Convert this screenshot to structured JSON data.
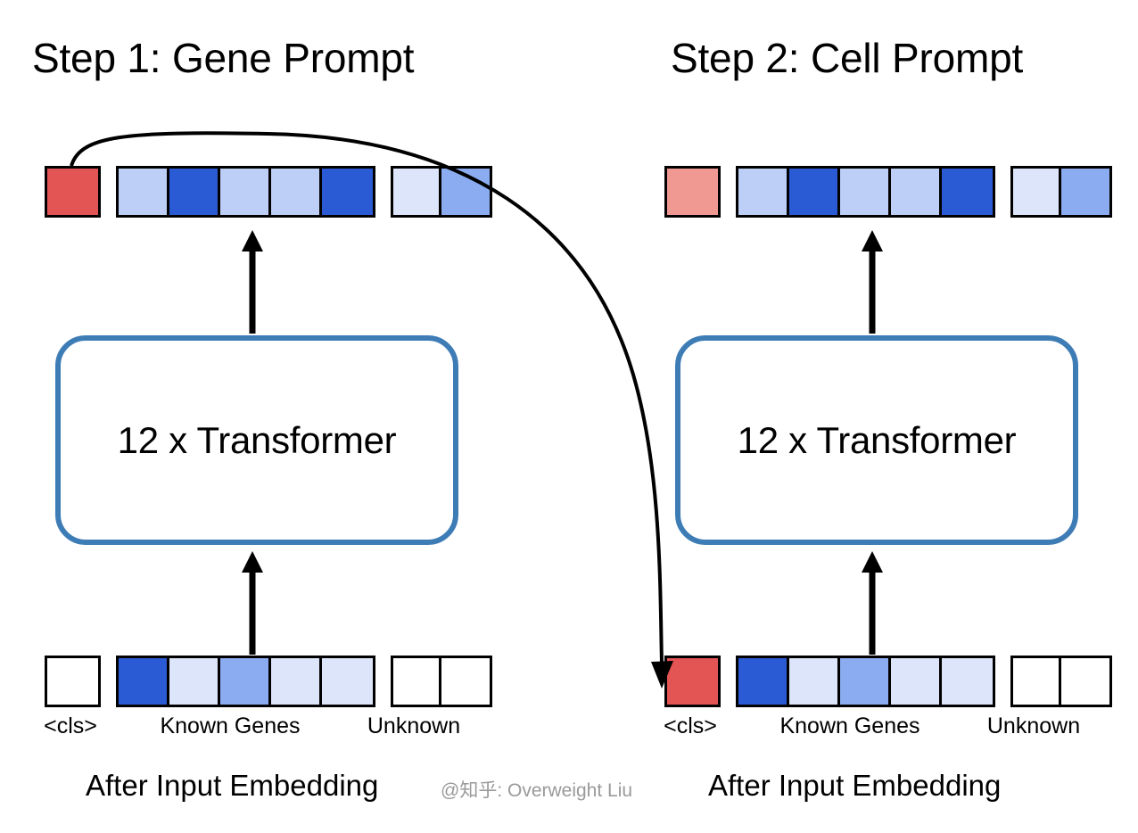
{
  "titles": {
    "step1": "Step 1: Gene Prompt",
    "step2": "Step 2: Cell Prompt"
  },
  "transformer": {
    "left_label": "12 x Transformer",
    "right_label": "12 x Transformer",
    "border_color": "#3e7cb6"
  },
  "segment_labels": {
    "cls": "<cls>",
    "known_genes": "Known Genes",
    "unknown": "Unknown"
  },
  "footer": {
    "left_caption": "After Input Embedding",
    "right_caption": "After Input Embedding",
    "watermark": "@知乎: Overweight Liu"
  },
  "palette": {
    "red": "#e35454",
    "salmon": "#ef9992",
    "blue_dark": "#2b5bd4",
    "blue_light": "#bdcff6",
    "blue_medium": "#8cacf2",
    "blue_pale": "#dce5fa",
    "white": "#ffffff",
    "outline": "#000000",
    "box_border": "#3e7cb6",
    "watermark_gray": "#9a9a9a"
  },
  "rows": {
    "step1_output": {
      "cls": [
        "#e35454"
      ],
      "known": [
        "#bdcff6",
        "#2b5bd4",
        "#bdcff6",
        "#bdcff6",
        "#2b5bd4"
      ],
      "unknown": [
        "#dce5fa",
        "#8cacf2"
      ]
    },
    "step1_input": {
      "cls": [
        "#ffffff"
      ],
      "known": [
        "#2b5bd4",
        "#dce5fa",
        "#8cacf2",
        "#dce5fa",
        "#dce5fa"
      ],
      "unknown": [
        "#ffffff",
        "#ffffff"
      ]
    },
    "step2_output": {
      "cls": [
        "#ef9992"
      ],
      "known": [
        "#bdcff6",
        "#2b5bd4",
        "#bdcff6",
        "#bdcff6",
        "#2b5bd4"
      ],
      "unknown": [
        "#dce5fa",
        "#8cacf2"
      ]
    },
    "step2_input": {
      "cls": [
        "#e35454"
      ],
      "known": [
        "#2b5bd4",
        "#dce5fa",
        "#8cacf2",
        "#dce5fa",
        "#dce5fa"
      ],
      "unknown": [
        "#ffffff",
        "#ffffff"
      ]
    }
  }
}
